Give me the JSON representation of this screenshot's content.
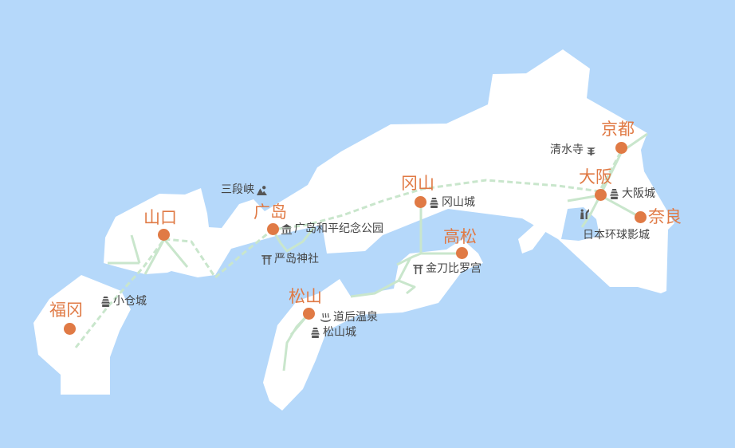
{
  "colors": {
    "sea": "#b5d8fa",
    "land": "#ffffff",
    "rail": "#c9e6cc",
    "city": "#e07a45",
    "text": "#444444",
    "icon": "#555555"
  },
  "cities": {
    "kyoto": "京都",
    "osaka": "大阪",
    "nara": "奈良",
    "okayama": "冈山",
    "takamatsu": "高松",
    "hiroshima": "广岛",
    "yamaguchi": "山口",
    "fukuoka": "福冈",
    "matsuyama": "松山"
  },
  "pois": {
    "kiyomizu": {
      "label": "清水寺",
      "icon": "pagoda-icon"
    },
    "osaka_castle": {
      "label": "大阪城",
      "icon": "castle-icon"
    },
    "usj": {
      "label": "日本环球影城",
      "icon": "theme-park-icon"
    },
    "okayama_castle": {
      "label": "冈山城",
      "icon": "castle-icon"
    },
    "kotohira": {
      "label": "金刀比罗宫",
      "icon": "torii-icon"
    },
    "peace_park": {
      "label": "广岛和平纪念公园",
      "icon": "memorial-icon"
    },
    "itsukushima": {
      "label": "严岛神社",
      "icon": "torii-icon"
    },
    "sandankyo": {
      "label": "三段峡",
      "icon": "landscape-icon"
    },
    "dogo_onsen": {
      "label": "道后温泉",
      "icon": "onsen-icon"
    },
    "matsuyama_castle": {
      "label": "松山城",
      "icon": "castle-icon"
    },
    "kokura_castle": {
      "label": "小仓城",
      "icon": "castle-icon"
    }
  }
}
